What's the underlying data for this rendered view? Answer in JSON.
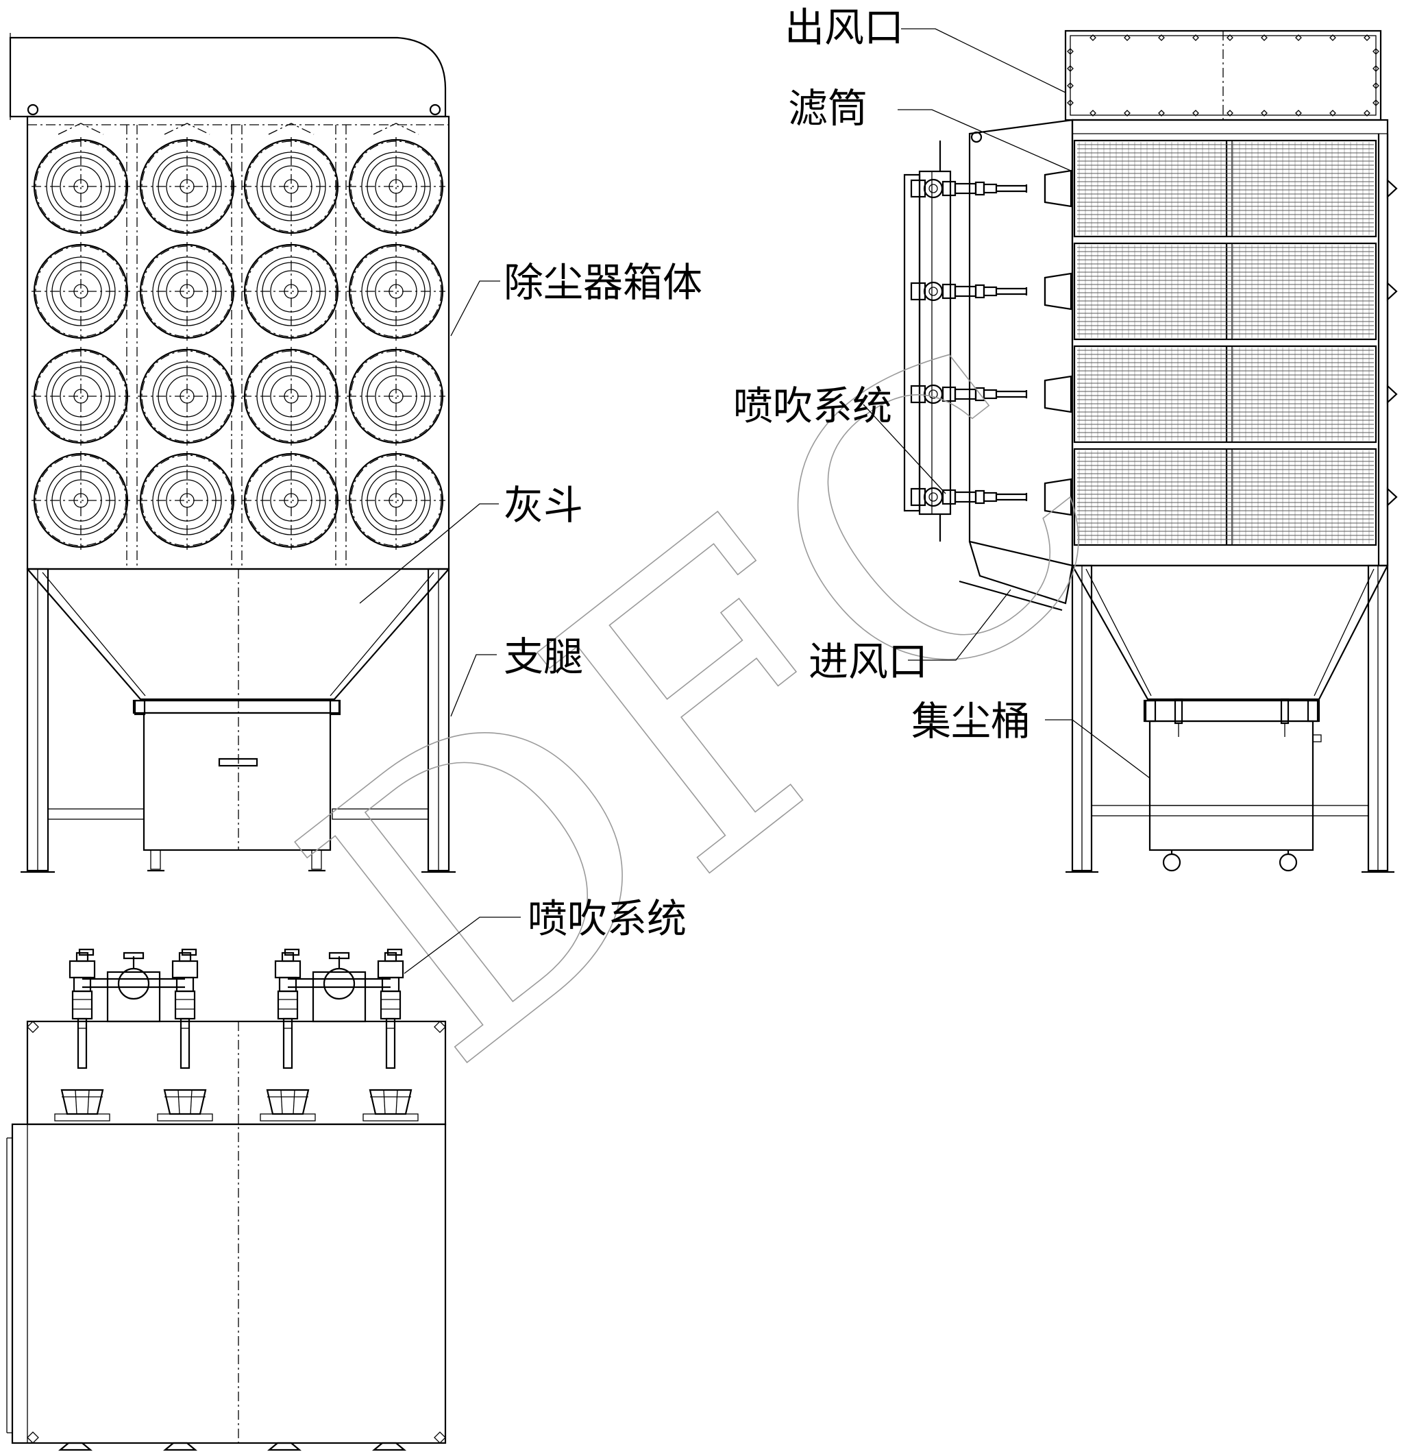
{
  "watermark": "DFC",
  "labels": {
    "outlet": "出风口",
    "filter_cartridge": "滤筒",
    "dust_collector_body": "除尘器箱体",
    "pulse_system_side": "喷吹系统",
    "ash_hopper": "灰斗",
    "support_legs": "支腿",
    "inlet": "进风口",
    "dust_bin": "集尘桶",
    "pulse_system_top": "喷吹系统"
  }
}
